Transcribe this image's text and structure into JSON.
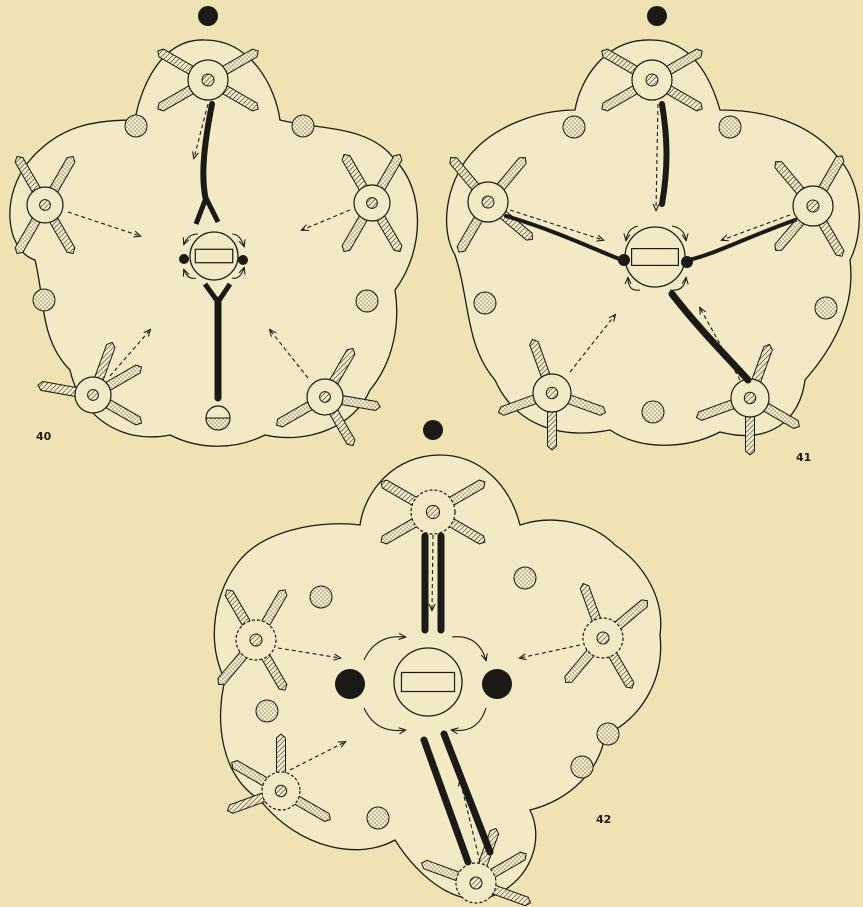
{
  "figures": [
    {
      "id": "40",
      "label": "40"
    },
    {
      "id": "41",
      "label": "41"
    },
    {
      "id": "42",
      "label": "42"
    }
  ],
  "colors": {
    "background": "#efe3b4",
    "ink": "#1c1a16",
    "petal_fill": "#f3e9c4",
    "stipple": "#6a6251"
  }
}
